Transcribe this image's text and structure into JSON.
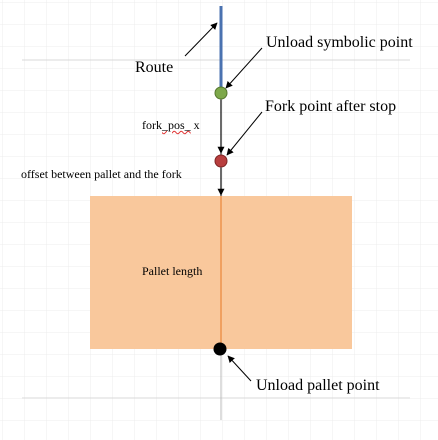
{
  "labels": {
    "route": "Route",
    "unload_symbolic_point": "Unload symbolic point",
    "fork_point_after_stop": "Fork point after stop",
    "fork_pos_x_prefix": "fork",
    "fork_pos_x_underlined": "_pos_",
    "fork_pos_x_suffix": " x",
    "offset_between_pallet_and_fork": "offset between pallet and the fork",
    "pallet_length": "Pallet length",
    "unload_pallet_point": "Unload pallet point"
  },
  "colors": {
    "route_line": "#4a72b0",
    "symbolic_point": "#7da84a",
    "fork_point": "#b83e3e",
    "pallet_fill": "#f9c89c",
    "pallet_inner_line": "#f0a060",
    "unload_pallet_point": "#000000",
    "grid": "#e8e8e8",
    "arrow": "#000000"
  }
}
